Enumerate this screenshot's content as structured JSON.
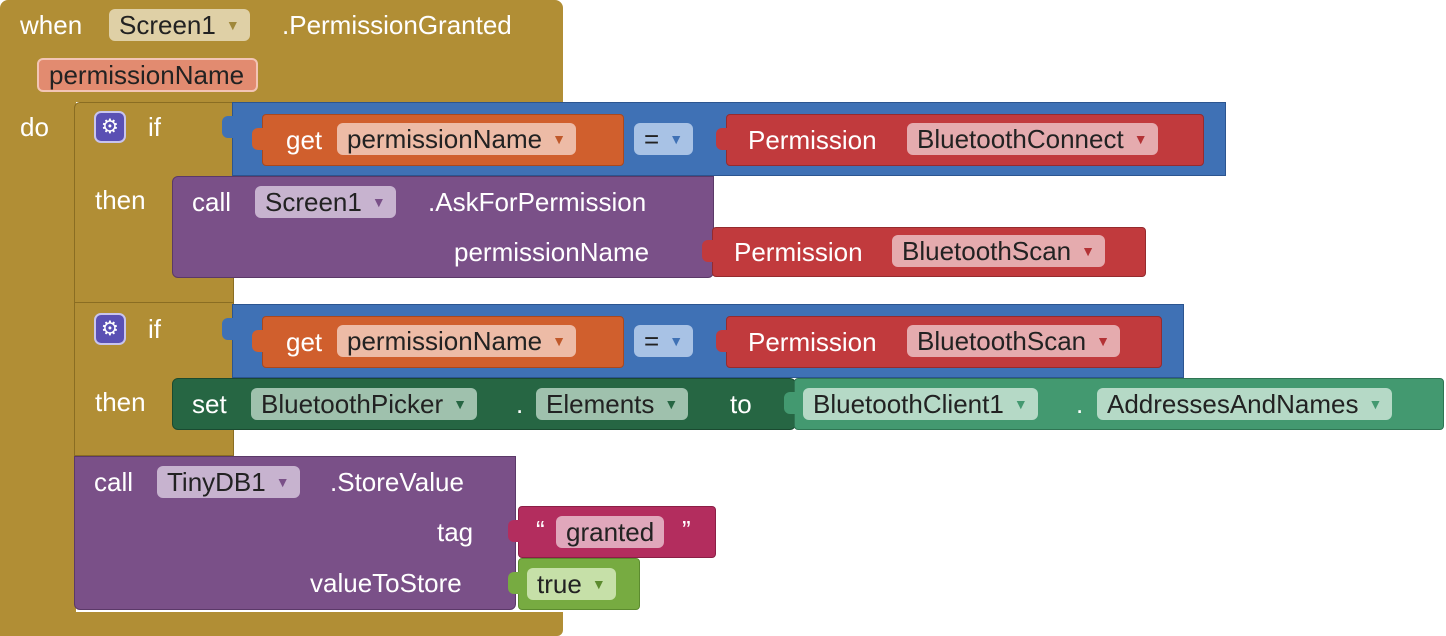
{
  "event": {
    "when_label": "when",
    "component": "Screen1",
    "event_name": ".PermissionGranted",
    "param": "permissionName",
    "do_label": "do"
  },
  "if1": {
    "if_label": "if",
    "get_label": "get",
    "get_var": "permissionName",
    "op": "=",
    "perm_label": "Permission",
    "perm_value": "BluetoothConnect",
    "then_label": "then",
    "call": {
      "call_label": "call",
      "component": "Screen1",
      "method": ".AskForPermission",
      "arg_label": "permissionName",
      "perm_label": "Permission",
      "perm_value": "BluetoothScan"
    }
  },
  "if2": {
    "if_label": "if",
    "get_label": "get",
    "get_var": "permissionName",
    "op": "=",
    "perm_label": "Permission",
    "perm_value": "BluetoothScan",
    "then_label": "then",
    "set": {
      "set_label": "set",
      "component": "BluetoothPicker",
      "dot": ".",
      "property": "Elements",
      "to_label": "to",
      "src_component": "BluetoothClient1",
      "src_dot": ".",
      "src_property": "AddressesAndNames"
    }
  },
  "store": {
    "call_label": "call",
    "component": "TinyDB1",
    "method": ".StoreValue",
    "tag_label": "tag",
    "open_quote": "“",
    "tag_value": "granted",
    "close_quote": "”",
    "value_label": "valueToStore",
    "value": "true"
  },
  "colors": {
    "event": "#b18e35",
    "control": "#b18e35",
    "logic": "#3f71b5",
    "variable": "#d05f2d",
    "permission": "#c13a3d",
    "procedure_call": "#7a5088",
    "setter": "#266643",
    "getter": "#439970",
    "text": "#b32d5e",
    "boolean": "#77ab41"
  },
  "icons": {
    "mutator": "gear-icon",
    "dropdown": "triangle-down-icon"
  }
}
